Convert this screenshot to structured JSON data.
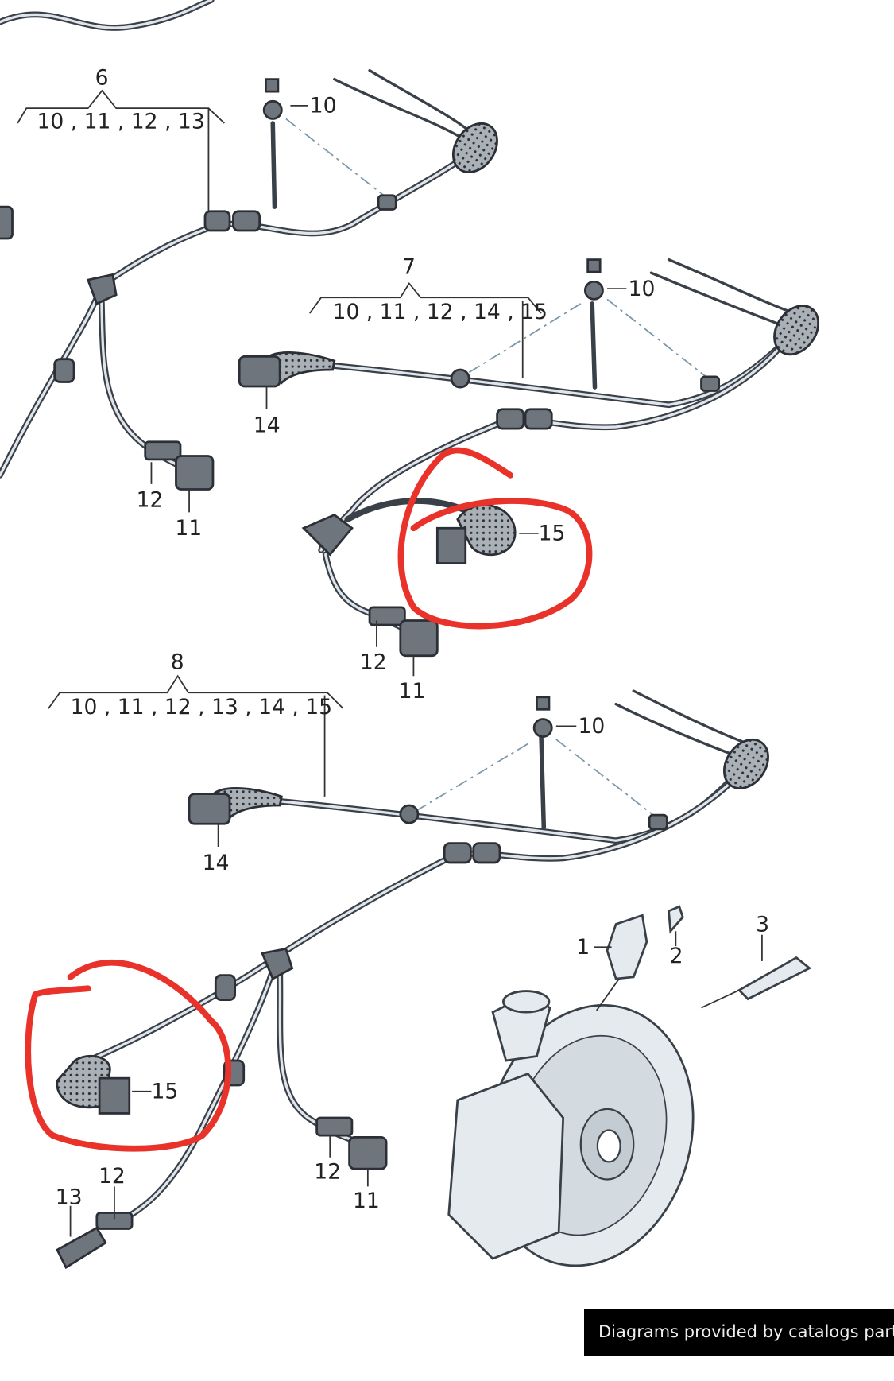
{
  "diagram": {
    "groups": [
      {
        "number": "6",
        "contents": "10 , 11 , 12 , 13"
      },
      {
        "number": "7",
        "contents": "10 , 11 , 12 , 14 , 15"
      },
      {
        "number": "8",
        "contents": "10 , 11 , 12 , 13 , 14 , 15"
      }
    ],
    "callouts": {
      "g6_10": "10",
      "g6_12": "12",
      "g6_11": "11",
      "g7_10": "10",
      "g7_14": "14",
      "g7_15": "15",
      "g7_12": "12",
      "g7_11": "11",
      "g8_10": "10",
      "g8_14": "14",
      "g8_15": "15",
      "g8_12a": "12",
      "g8_11": "11",
      "g8_12b": "12",
      "g8_13": "13",
      "p1": "1",
      "p2": "2",
      "p3": "3"
    },
    "annotation_color": "#e8322a"
  },
  "caption": "Diagrams provided by catalogs parts"
}
